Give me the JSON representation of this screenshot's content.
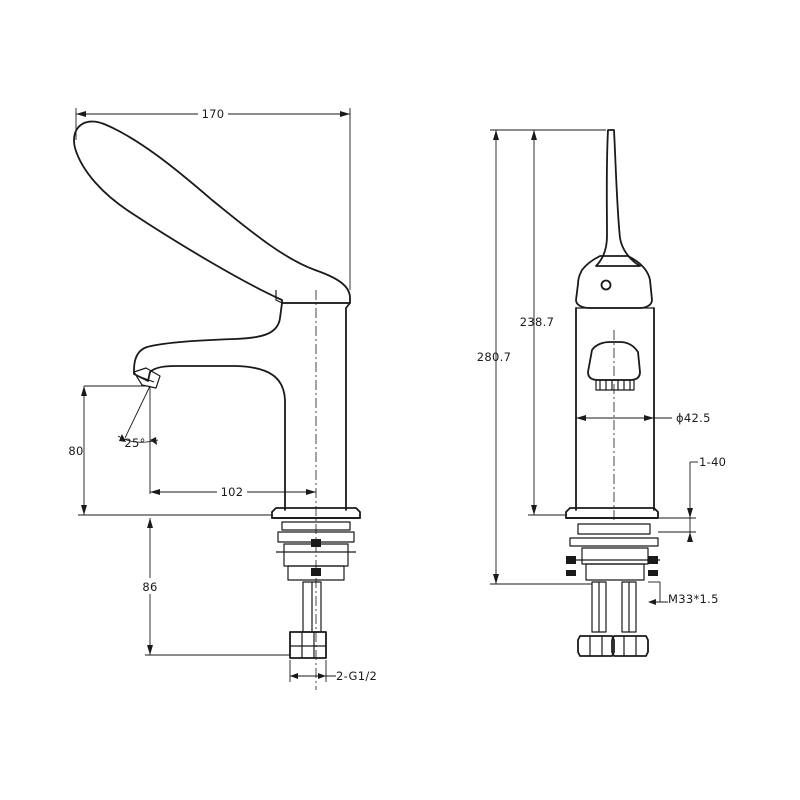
{
  "side_view": {
    "overall_width": "170",
    "spout_height": "80",
    "spout_reach": "102",
    "spout_angle": "25°",
    "shank_length": "86",
    "inlet_thread": "2-G1/2"
  },
  "front_view": {
    "overall_height": "280.7",
    "body_height": "238.7",
    "body_diameter": "ϕ42.5",
    "deck_thickness": "1-40",
    "mount_thread": "M33*1.5"
  }
}
